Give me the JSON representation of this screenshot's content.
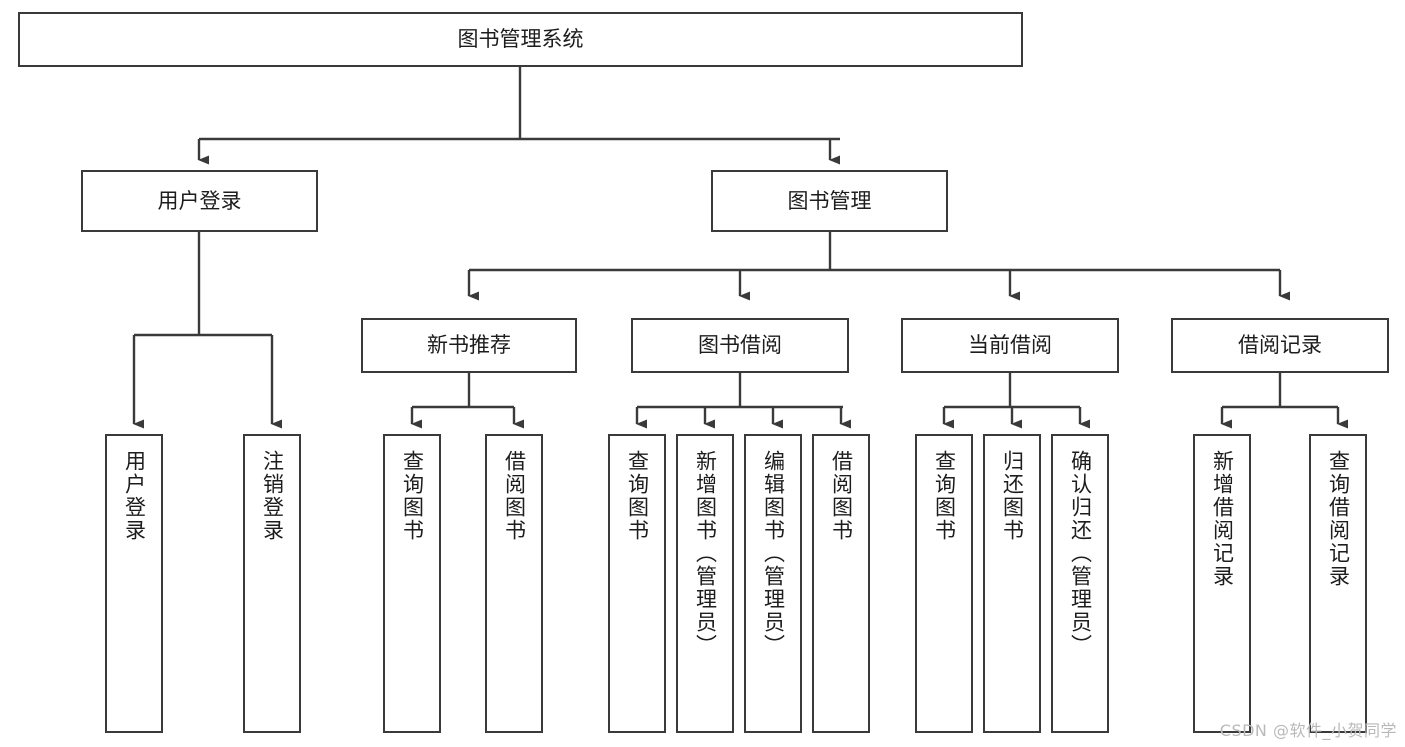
{
  "diagram": {
    "title": "图书管理系统",
    "type": "tree",
    "orientation": "top-down",
    "colors": {
      "box_border": "#3a3a3a",
      "box_fill": "#ffffff",
      "edge": "#3a3a3a",
      "text": "#1d1d1d",
      "watermark": "#b9b9b9",
      "canvas": "#ffffff"
    },
    "watermark": "CSDN @软件_小贺同学",
    "nodes": {
      "root": {
        "id": "root",
        "label": "图书管理系统",
        "level": 0,
        "orientation": "horizontal"
      },
      "level1": [
        {
          "id": "user-login",
          "label": "用户登录",
          "level": 1,
          "orientation": "horizontal"
        },
        {
          "id": "book-manage",
          "label": "图书管理",
          "level": 1,
          "orientation": "horizontal"
        }
      ],
      "level2": [
        {
          "id": "new-book-recommend",
          "label": "新书推荐",
          "level": 2,
          "orientation": "horizontal",
          "parent": "book-manage"
        },
        {
          "id": "book-borrow",
          "label": "图书借阅",
          "level": 2,
          "orientation": "horizontal",
          "parent": "book-manage"
        },
        {
          "id": "current-borrow",
          "label": "当前借阅",
          "level": 2,
          "orientation": "horizontal",
          "parent": "book-manage"
        },
        {
          "id": "borrow-record",
          "label": "借阅记录",
          "level": 2,
          "orientation": "horizontal",
          "parent": "book-manage"
        }
      ],
      "leaves": [
        {
          "id": "leaf-user-login",
          "label": "用户登录",
          "level": 2,
          "orientation": "vertical",
          "parent": "user-login"
        },
        {
          "id": "leaf-logout-login",
          "label": "注销登录",
          "level": 2,
          "orientation": "vertical",
          "parent": "user-login"
        },
        {
          "id": "leaf-query-book-1",
          "label": "查询图书",
          "level": 3,
          "orientation": "vertical",
          "parent": "new-book-recommend"
        },
        {
          "id": "leaf-borrow-book-1",
          "label": "借阅图书",
          "level": 3,
          "orientation": "vertical",
          "parent": "new-book-recommend"
        },
        {
          "id": "leaf-query-book-2",
          "label": "查询图书",
          "level": 3,
          "orientation": "vertical",
          "parent": "book-borrow"
        },
        {
          "id": "leaf-add-book",
          "label": "新增图书（管理员）",
          "level": 3,
          "orientation": "vertical",
          "parent": "book-borrow"
        },
        {
          "id": "leaf-edit-book",
          "label": "编辑图书（管理员）",
          "level": 3,
          "orientation": "vertical",
          "parent": "book-borrow"
        },
        {
          "id": "leaf-borrow-book-2",
          "label": "借阅图书",
          "level": 3,
          "orientation": "vertical",
          "parent": "book-borrow"
        },
        {
          "id": "leaf-query-book-3",
          "label": "查询图书",
          "level": 3,
          "orientation": "vertical",
          "parent": "current-borrow"
        },
        {
          "id": "leaf-return-book",
          "label": "归还图书",
          "level": 3,
          "orientation": "vertical",
          "parent": "current-borrow"
        },
        {
          "id": "leaf-confirm-return",
          "label": "确认归还（管理员）",
          "level": 3,
          "orientation": "vertical",
          "parent": "current-borrow"
        },
        {
          "id": "leaf-add-record",
          "label": "新增借阅记录",
          "level": 3,
          "orientation": "vertical",
          "parent": "borrow-record"
        },
        {
          "id": "leaf-query-record",
          "label": "查询借阅记录",
          "level": 3,
          "orientation": "vertical",
          "parent": "borrow-record"
        }
      ]
    }
  }
}
